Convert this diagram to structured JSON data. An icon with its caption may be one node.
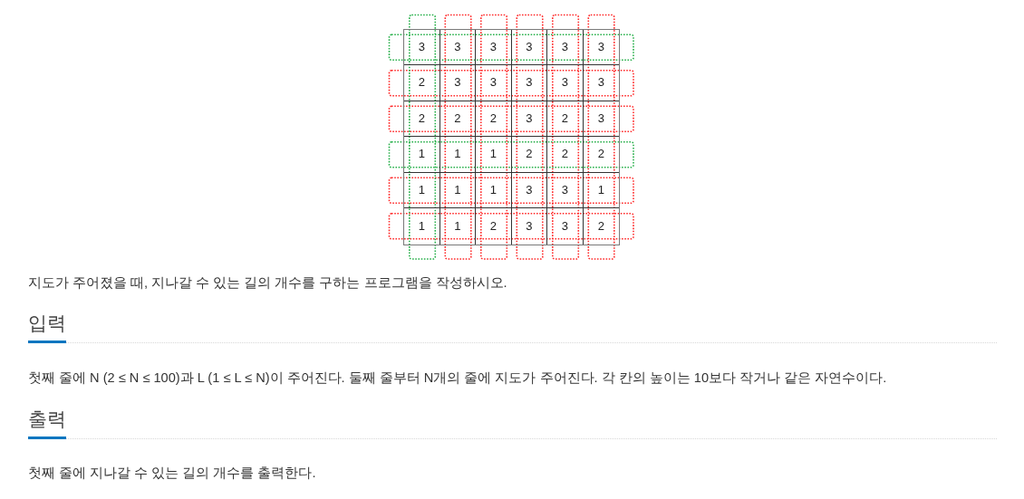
{
  "diagram": {
    "labels": [
      "3",
      "3",
      "3",
      "3",
      "3",
      "3",
      "2",
      "3",
      "3",
      "3",
      "3",
      "3",
      "2",
      "2",
      "2",
      "3",
      "2",
      "3",
      "1",
      "1",
      "1",
      "2",
      "2",
      "2",
      "1",
      "1",
      "1",
      "3",
      "3",
      "1",
      "1",
      "1",
      "2",
      "3",
      "3",
      "2",
      "지도가 주어졌을 때, 지나갈 수 있는 길의 개수를 구하는 프로그램을 작성하시오.",
      "입력",
      "첫째 줄에 N (2 ≤ N ≤ 100)과 L (1 ≤ L ≤ N)이 주어진다. 둘째 줄부터 N개의 줄에 지도가 주어진다. 각 칸의 높이는 10보다 작거나 같은 자연수이다.",
      "출력",
      "첫째 줄에 지나갈 수 있는 길의 개수를 출력한다."
    ]
  }
}
